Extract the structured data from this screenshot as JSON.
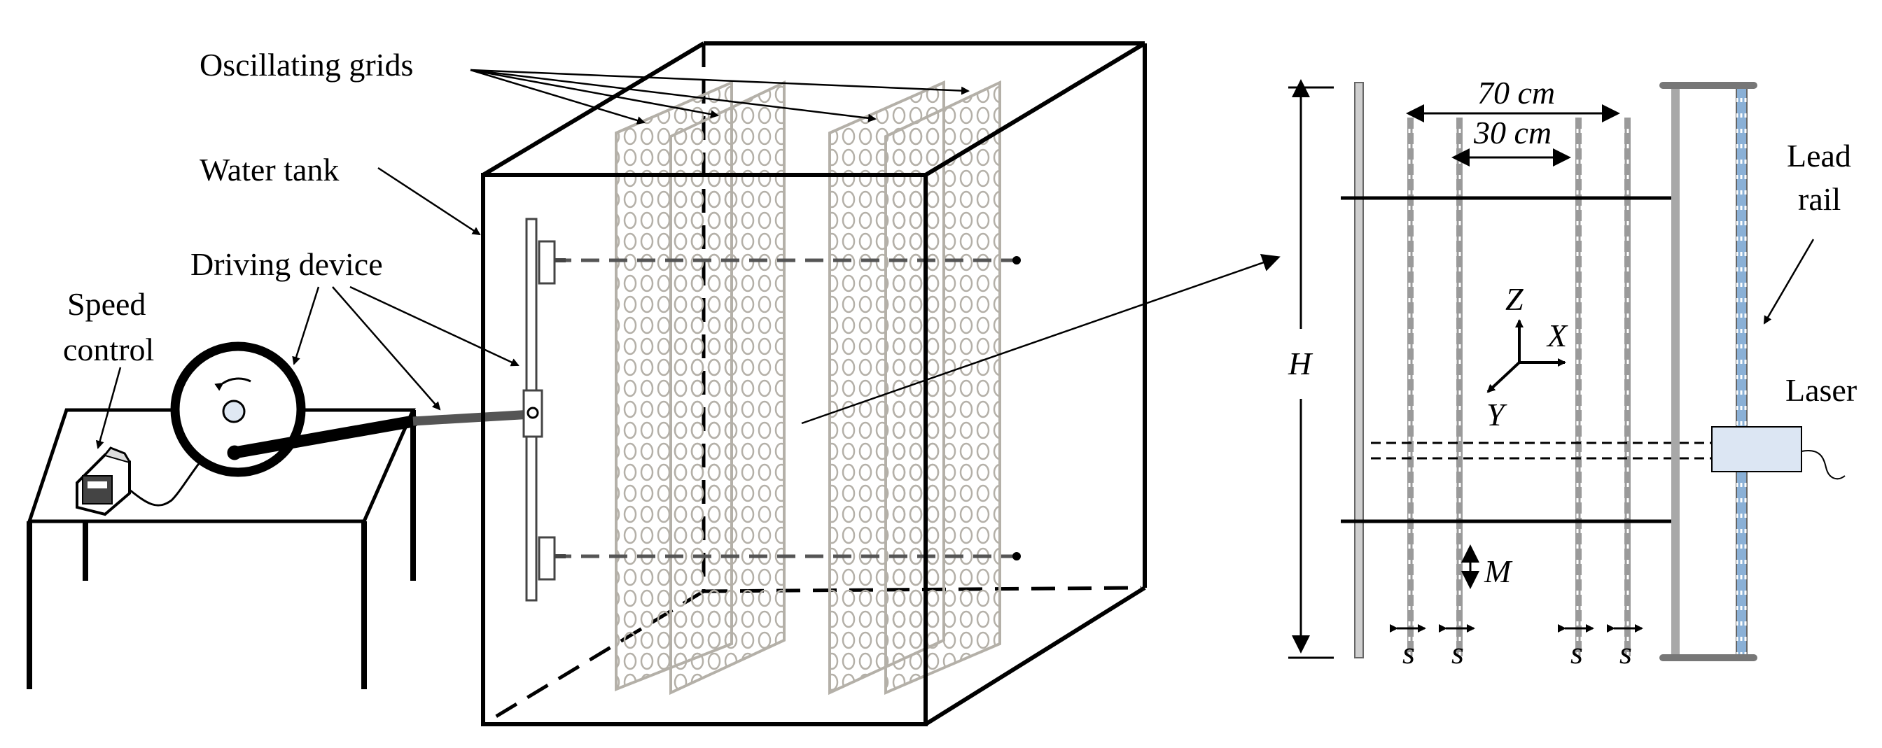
{
  "labels": {
    "oscillating_grids": "Oscillating grids",
    "water_tank": "Water tank",
    "driving_device": "Driving device",
    "speed_control_line1": "Speed",
    "speed_control_line2": "control",
    "lead_rail_line1": "Lead",
    "lead_rail_line2": "rail",
    "laser": "Laser"
  },
  "dimensions": {
    "width_outer": "70 cm",
    "width_inner": "30 cm",
    "height": "H",
    "mesh": "M",
    "spacing": "s"
  },
  "axes": {
    "z": "Z",
    "x": "X",
    "y": "Y"
  },
  "colors": {
    "line": "#000000",
    "grid": "#b4b0a8",
    "dashed": "#555555",
    "rail": "#a8a8a8",
    "rail_light": "#dbe7f4",
    "laser_box": "#dce6f3"
  }
}
